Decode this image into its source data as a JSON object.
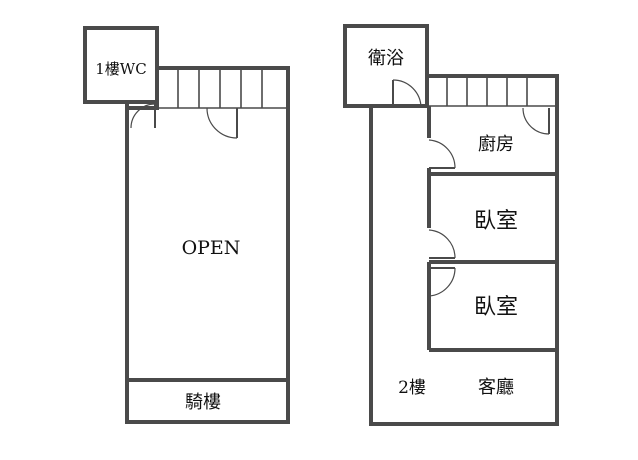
{
  "plan_1f": {
    "wc_label": "1樓WC",
    "open_label": "OPEN",
    "arcade_label": "騎樓"
  },
  "plan_2f": {
    "bath_label": "衛浴",
    "kitchen_label": "廚房",
    "bedroom1_label": "臥室",
    "bedroom2_label": "臥室",
    "floor_label": "2樓",
    "living_label": "客廳"
  },
  "colors": {
    "wall": "#4a4a4a",
    "text": "#111111",
    "background": "#ffffff"
  }
}
